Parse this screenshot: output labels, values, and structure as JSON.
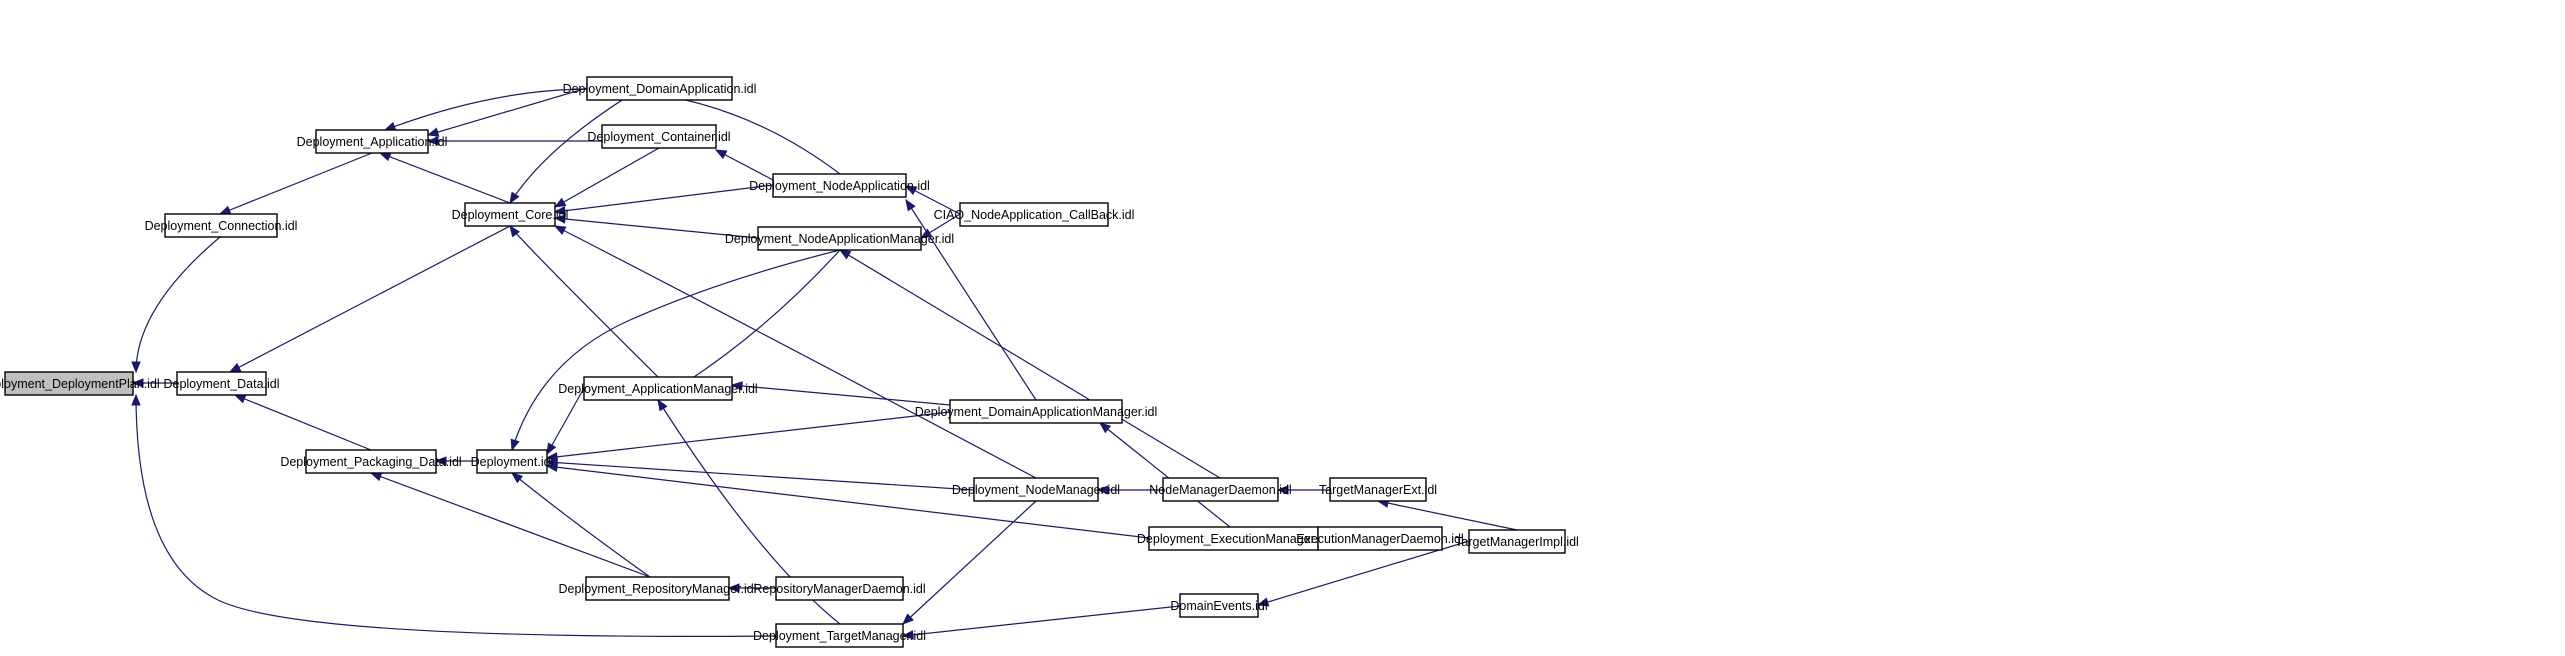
{
  "diagram": {
    "type": "include-dependency-graph",
    "nodes": [
      {
        "id": "plan",
        "label": "Deployment_DeploymentPlan.idl",
        "highlighted": true
      },
      {
        "id": "connection",
        "label": "Deployment_Connection.idl"
      },
      {
        "id": "data",
        "label": "Deployment_Data.idl"
      },
      {
        "id": "application",
        "label": "Deployment_Application.idl"
      },
      {
        "id": "core",
        "label": "Deployment_Core.idl"
      },
      {
        "id": "packaging",
        "label": "Deployment_Packaging_Data.idl"
      },
      {
        "id": "deployment",
        "label": "Deployment.idl"
      },
      {
        "id": "domainapp",
        "label": "Deployment_DomainApplication.idl"
      },
      {
        "id": "container",
        "label": "Deployment_Container.idl"
      },
      {
        "id": "appmgr",
        "label": "Deployment_ApplicationManager.idl"
      },
      {
        "id": "repomgr",
        "label": "Deployment_RepositoryManager.idl"
      },
      {
        "id": "targetmgr",
        "label": "Deployment_TargetManager.idl"
      },
      {
        "id": "nodeapp",
        "label": "Deployment_NodeApplication.idl"
      },
      {
        "id": "nodeappmgr",
        "label": "Deployment_NodeApplicationManager.idl"
      },
      {
        "id": "repodaemon",
        "label": "RepositoryManagerDaemon.idl"
      },
      {
        "id": "ciao",
        "label": "CIAO_NodeApplication_CallBack.idl"
      },
      {
        "id": "domainappmgr",
        "label": "Deployment_DomainApplicationManager.idl"
      },
      {
        "id": "nodemgr",
        "label": "Deployment_NodeManager.idl"
      },
      {
        "id": "execmgr",
        "label": "Deployment_ExecutionManager.idl"
      },
      {
        "id": "domainevents",
        "label": "DomainEvents.idl"
      },
      {
        "id": "nmdaemon",
        "label": "NodeManagerDaemon.idl"
      },
      {
        "id": "emdaemon",
        "label": "ExecutionManagerDaemon.idl"
      },
      {
        "id": "tmext",
        "label": "TargetManagerExt.idl"
      },
      {
        "id": "tmimpl",
        "label": "TargetManagerImpl.idl"
      }
    ],
    "edges": [
      {
        "from": "connection",
        "to": "plan"
      },
      {
        "from": "data",
        "to": "plan"
      },
      {
        "from": "targetmgr",
        "to": "plan"
      },
      {
        "from": "application",
        "to": "connection"
      },
      {
        "from": "core",
        "to": "data"
      },
      {
        "from": "packaging",
        "to": "data"
      },
      {
        "from": "core",
        "to": "application"
      },
      {
        "from": "domainapp",
        "to": "application"
      },
      {
        "from": "container",
        "to": "application"
      },
      {
        "from": "nodeapp",
        "to": "application"
      },
      {
        "from": "deployment",
        "to": "packaging"
      },
      {
        "from": "repomgr",
        "to": "packaging"
      },
      {
        "from": "domainapp",
        "to": "core"
      },
      {
        "from": "container",
        "to": "core"
      },
      {
        "from": "appmgr",
        "to": "core"
      },
      {
        "from": "nodeapp",
        "to": "core"
      },
      {
        "from": "nodeappmgr",
        "to": "core"
      },
      {
        "from": "nodemgr",
        "to": "core"
      },
      {
        "from": "appmgr",
        "to": "deployment"
      },
      {
        "from": "repomgr",
        "to": "deployment"
      },
      {
        "from": "nodeappmgr",
        "to": "deployment"
      },
      {
        "from": "domainappmgr",
        "to": "deployment"
      },
      {
        "from": "nodemgr",
        "to": "deployment"
      },
      {
        "from": "execmgr",
        "to": "deployment"
      },
      {
        "from": "nodeapp",
        "to": "container"
      },
      {
        "from": "nodeappmgr",
        "to": "appmgr"
      },
      {
        "from": "domainappmgr",
        "to": "appmgr"
      },
      {
        "from": "targetmgr",
        "to": "appmgr"
      },
      {
        "from": "repodaemon",
        "to": "repomgr"
      },
      {
        "from": "nodemgr",
        "to": "targetmgr"
      },
      {
        "from": "domainevents",
        "to": "targetmgr"
      },
      {
        "from": "ciao",
        "to": "nodeapp"
      },
      {
        "from": "domainappmgr",
        "to": "nodeapp"
      },
      {
        "from": "ciao",
        "to": "nodeappmgr"
      },
      {
        "from": "nmdaemon",
        "to": "nodeappmgr"
      },
      {
        "from": "execmgr",
        "to": "domainappmgr"
      },
      {
        "from": "nmdaemon",
        "to": "nodemgr"
      },
      {
        "from": "emdaemon",
        "to": "execmgr"
      },
      {
        "from": "tmext",
        "to": "nmdaemon"
      },
      {
        "from": "tmimpl",
        "to": "domainevents"
      },
      {
        "from": "tmimpl",
        "to": "tmext"
      }
    ]
  }
}
